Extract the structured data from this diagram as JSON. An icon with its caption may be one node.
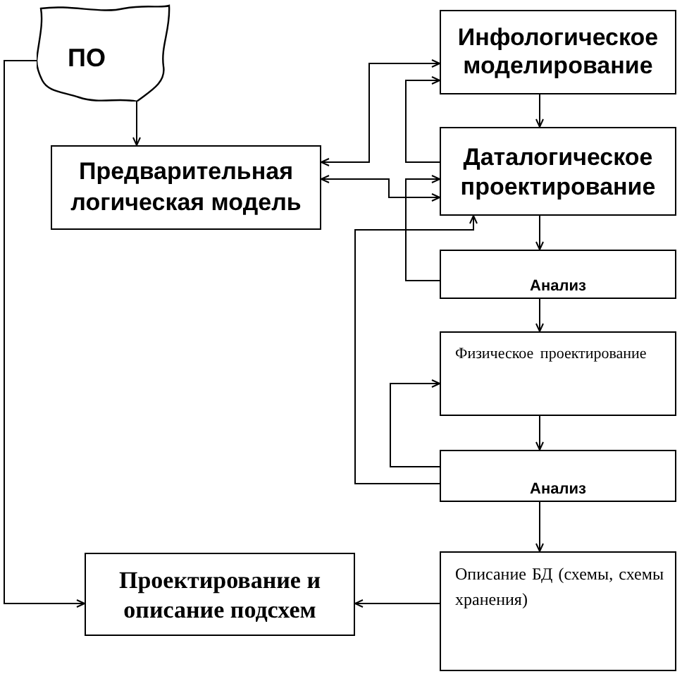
{
  "diagram": {
    "nodes": [
      {
        "text": [
          "ПО"
        ]
      },
      {
        "text": [
          "Инфологическое моделирование"
        ]
      },
      {
        "text": [
          "Предварительная логическая модель"
        ]
      },
      {
        "text": [
          "Даталогическое проектирование"
        ]
      },
      {
        "text": [
          "Анализ"
        ]
      },
      {
        "text": [
          "Физическое проектирование"
        ]
      },
      {
        "text": [
          "Анализ"
        ]
      },
      {
        "text": [
          "Проектирование и описание подсхем"
        ]
      },
      {
        "text": [
          "Описание БД (схемы, схемы хранения)"
        ]
      }
    ],
    "edges": [
      {
        "from": 0,
        "to": 2,
        "arrow": "to"
      },
      {
        "from": 0,
        "to": 7,
        "arrow": "to"
      },
      {
        "from": 2,
        "to": 1,
        "arrow": "both"
      },
      {
        "from": 3,
        "to": 1,
        "arrow": "to"
      },
      {
        "from": 2,
        "to": 3,
        "arrow": "both"
      },
      {
        "from": 1,
        "to": 3,
        "arrow": "to"
      },
      {
        "from": 4,
        "to": 3,
        "arrow": "to"
      },
      {
        "from": 3,
        "to": 4,
        "arrow": "to"
      },
      {
        "from": 4,
        "to": 5,
        "arrow": "to"
      },
      {
        "from": 5,
        "to": 6,
        "arrow": "to"
      },
      {
        "from": 6,
        "to": 5,
        "arrow": "to"
      },
      {
        "from": 6,
        "to": 3,
        "arrow": "to"
      },
      {
        "from": 6,
        "to": 8,
        "arrow": "to"
      },
      {
        "from": 8,
        "to": 7,
        "arrow": "to"
      }
    ]
  }
}
